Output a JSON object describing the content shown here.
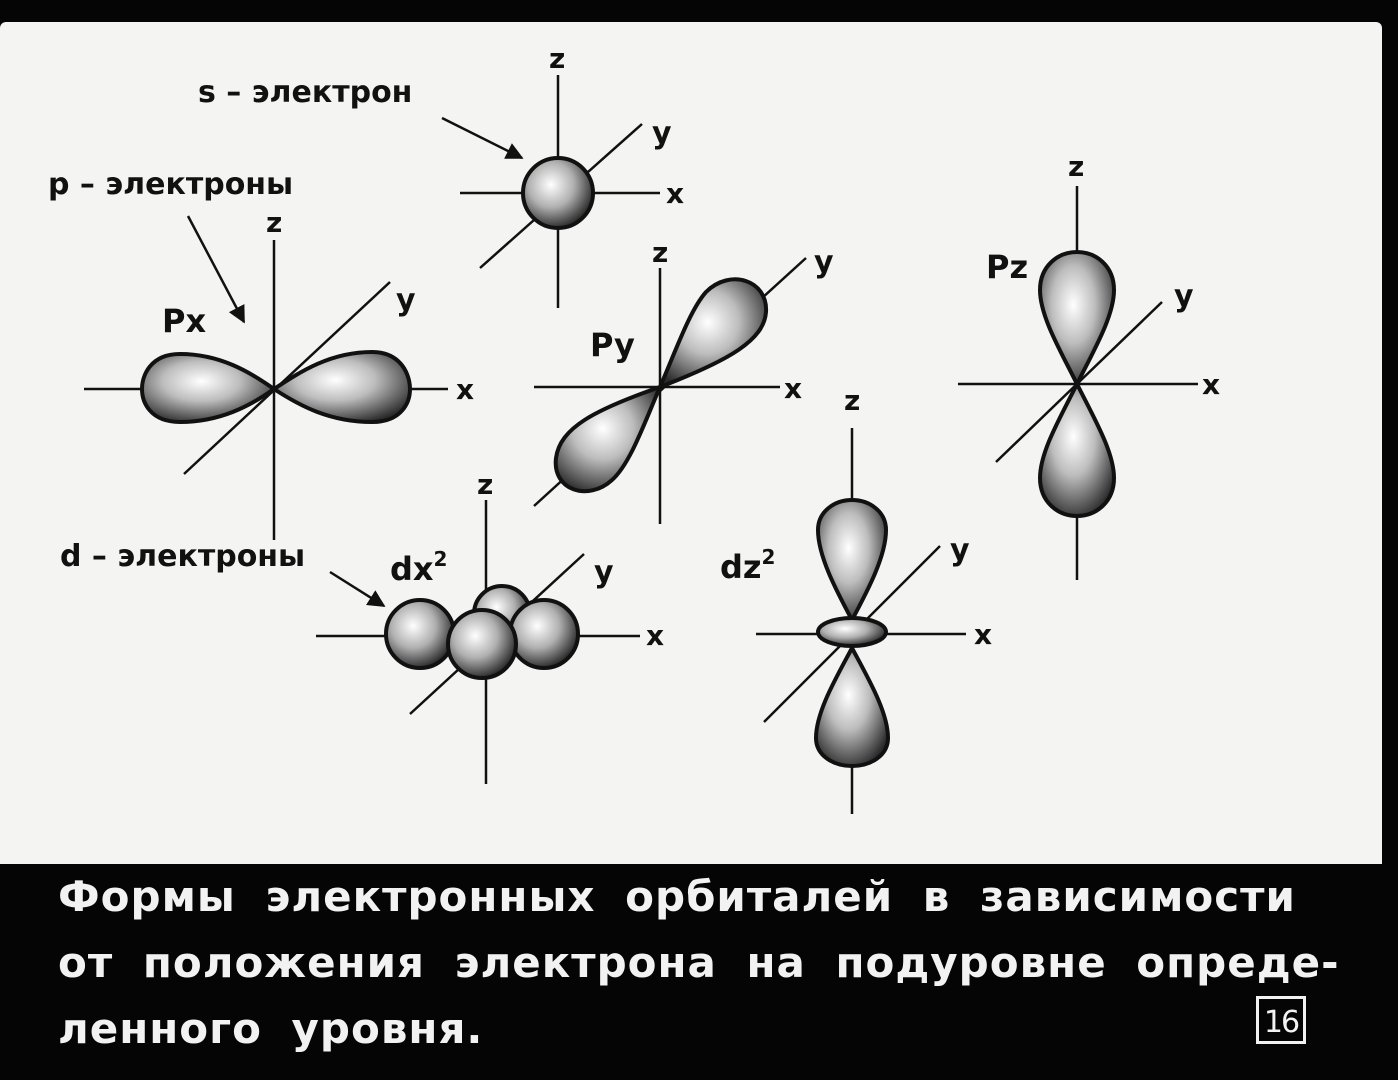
{
  "labels": {
    "s_electron": "s – электрон",
    "p_electrons": "p – электроны",
    "d_electrons": "d – электроны",
    "px": "Px",
    "py": "Py",
    "pz": "Pz",
    "dx2_base": "dx",
    "dz2_base": "dz",
    "superscript": "2"
  },
  "axes": {
    "x": "x",
    "y": "y",
    "z": "z"
  },
  "caption": {
    "line1": "Формы электронных орбиталей в зависимости",
    "line2": "от положения электрона на подуровне опреде-",
    "line3": "ленного уровня."
  },
  "page_number": "16",
  "colors": {
    "background": "#f4f4f2",
    "frame": "#050505",
    "ink": "#111111"
  }
}
